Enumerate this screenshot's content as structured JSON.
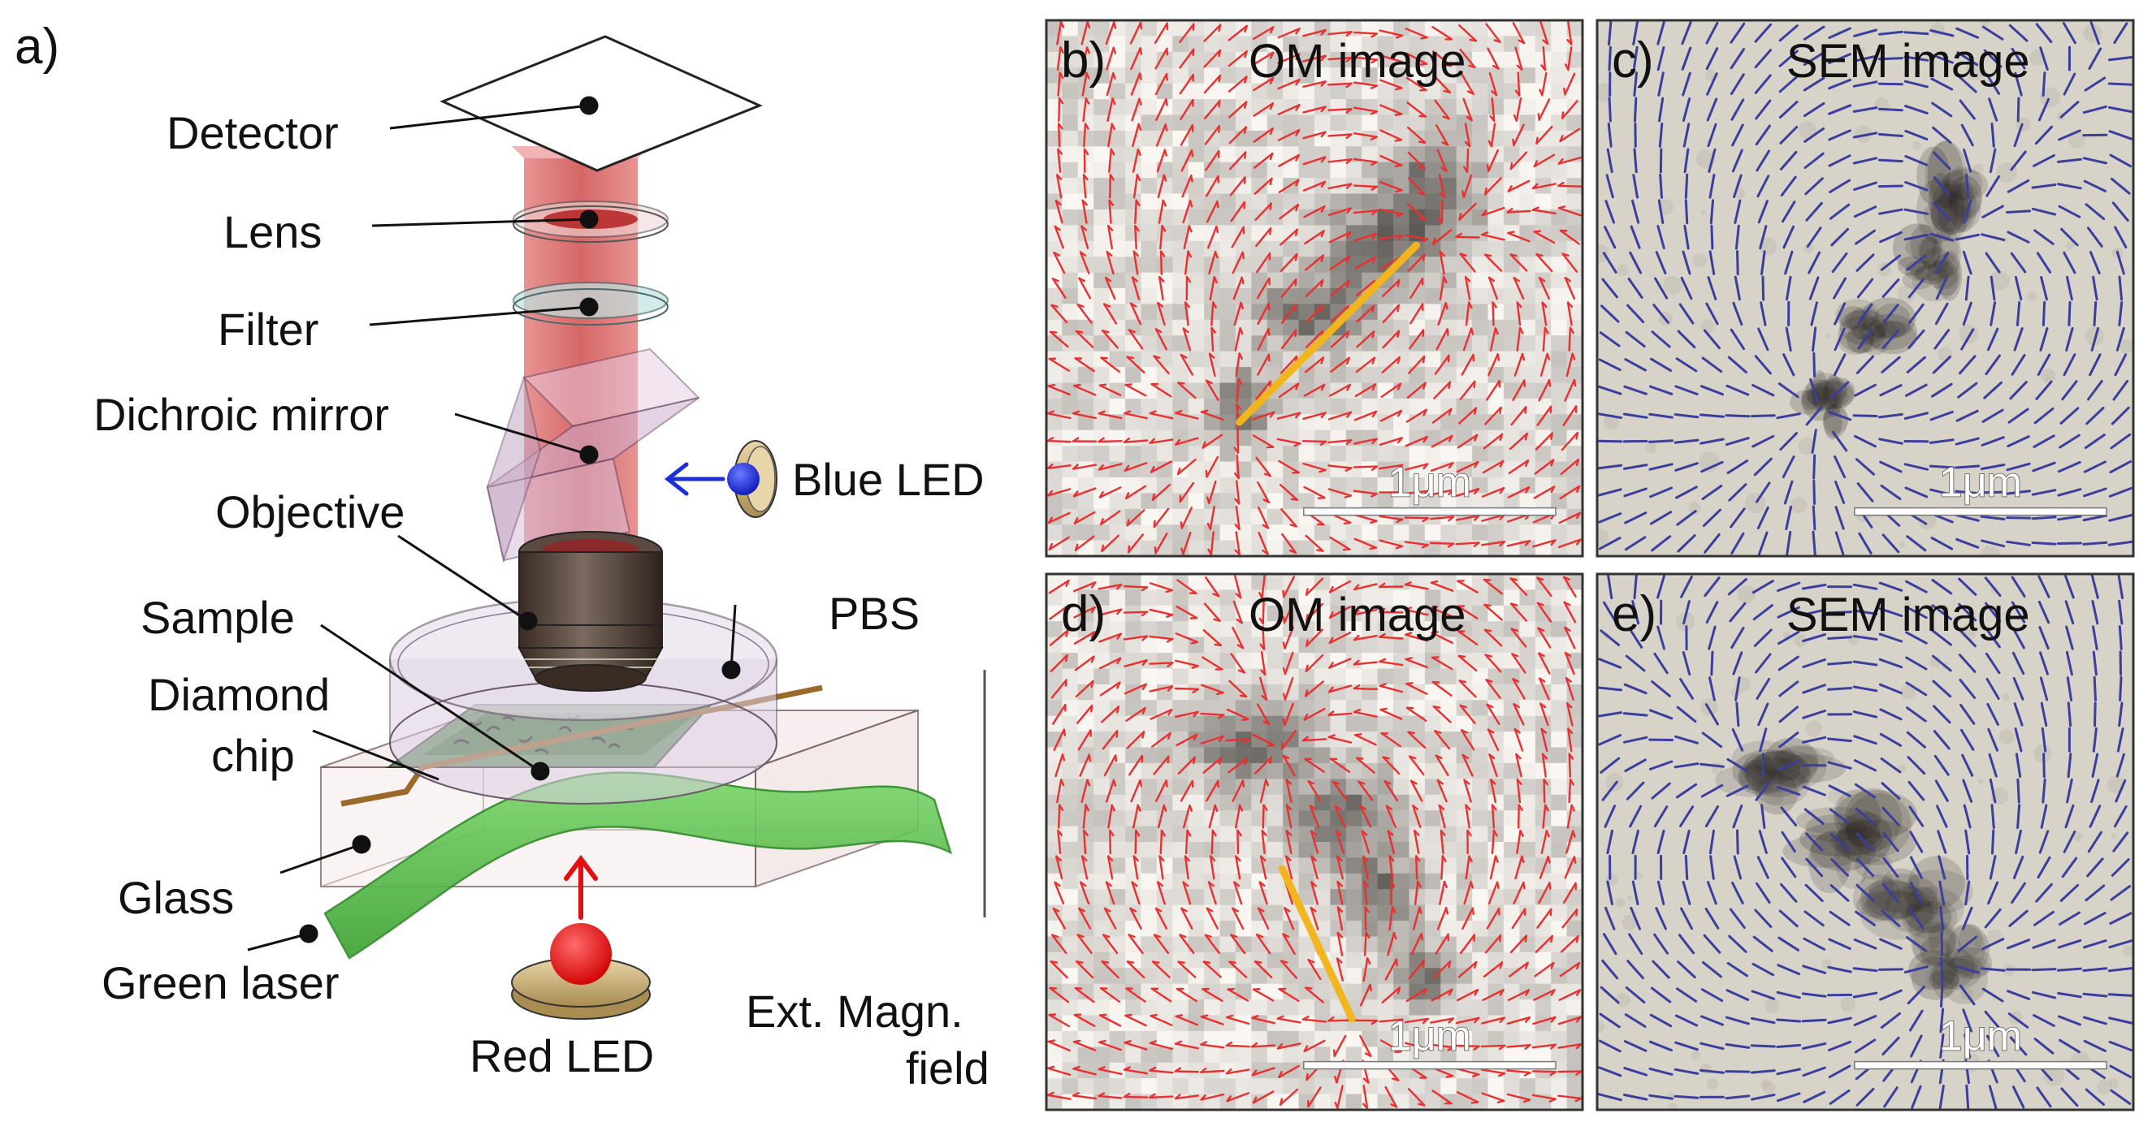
{
  "panel_a": {
    "letter": "a)",
    "labels": {
      "detector": "Detector",
      "lens": "Lens",
      "filter": "Filter",
      "dichroic": "Dichroic mirror",
      "objective": "Objective",
      "sample": "Sample",
      "diamond_1": "Diamond",
      "diamond_2": "chip",
      "glass": "Glass",
      "green_laser": "Green laser",
      "blue_led": "Blue LED",
      "pbs": "PBS",
      "red_led": "Red LED",
      "ext_field_1": "Ext. Magn.",
      "ext_field_2": "field"
    },
    "colors": {
      "red_beam": "#d23a3a",
      "green_laser": "#4fbf3f",
      "blue_led": "#1a2fd6",
      "red_led": "#e01010",
      "led_base": "#c9b07a",
      "wire": "#9a6a2a"
    }
  },
  "panels": [
    {
      "letter": "b)",
      "title": "OM image",
      "scale": "1μm",
      "type": "OM",
      "field_color": "#e83030"
    },
    {
      "letter": "c)",
      "title": "SEM image",
      "scale": "1μm",
      "type": "SEM",
      "field_color": "#3a3f9e"
    },
    {
      "letter": "d)",
      "title": "OM image",
      "scale": "1μm",
      "type": "OM",
      "field_color": "#e83030"
    },
    {
      "letter": "e)",
      "title": "SEM image",
      "scale": "1μm",
      "type": "SEM",
      "field_color": "#3a3f9e"
    }
  ],
  "highlight_color": "#f2b51e"
}
